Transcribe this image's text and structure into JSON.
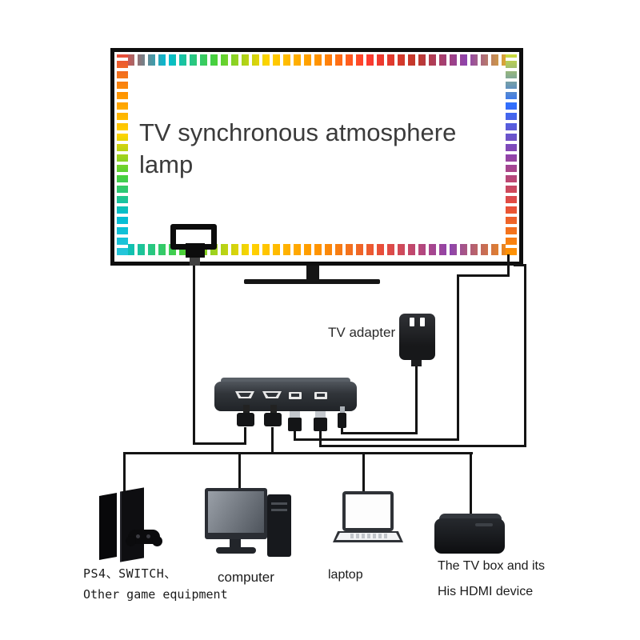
{
  "tv": {
    "label": "TV synchronous atmosphere lamp"
  },
  "adapter": {
    "label": "TV adapter"
  },
  "devices": {
    "ps4": {
      "line1": "PS4、SWITCH、",
      "line2": "Other game equipment"
    },
    "computer": {
      "label": "computer"
    },
    "laptop": {
      "label": "laptop"
    },
    "tvbox": {
      "line1": "The TV box and its",
      "line2": "His HDMI device"
    }
  },
  "colors": {
    "cable": "#141414",
    "strip_rainbow": [
      "#ff3b30",
      "#ff9500",
      "#ffd400",
      "#4cd137",
      "#00bcd4",
      "#2f6fff",
      "#8e44ad"
    ]
  }
}
